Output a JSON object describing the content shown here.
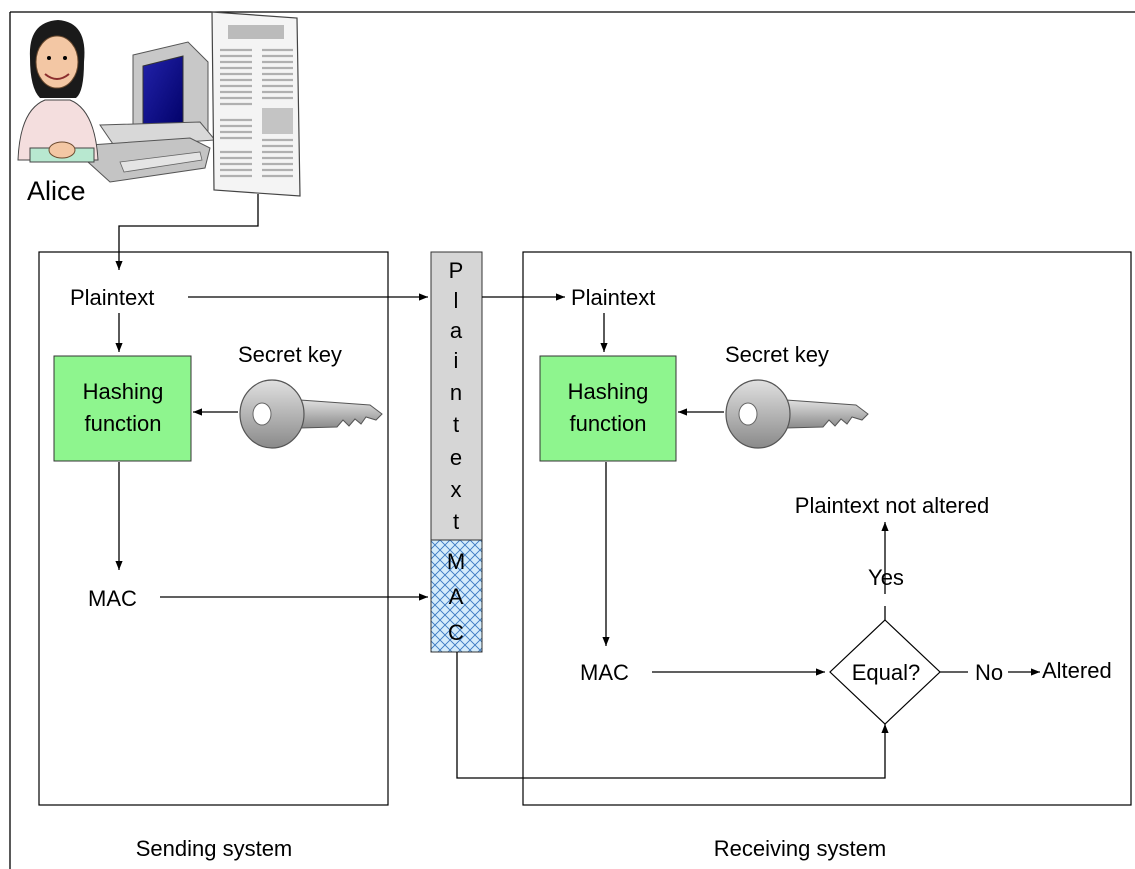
{
  "sender": {
    "name": "Alice",
    "system_caption": "Sending system",
    "plaintext": "Plaintext",
    "secret_key": "Secret key",
    "hash_line1": "Hashing",
    "hash_line2": "function",
    "mac": "MAC"
  },
  "message": {
    "plaintext_letters": [
      "P",
      "l",
      "a",
      "i",
      "n",
      "t",
      "e",
      "x",
      "t"
    ],
    "mac_letters": [
      "M",
      "A",
      "C"
    ]
  },
  "receiver": {
    "system_caption": "Receiving system",
    "plaintext": "Plaintext",
    "secret_key": "Secret key",
    "hash_line1": "Hashing",
    "hash_line2": "function",
    "mac": "MAC",
    "decision": "Equal?",
    "yes": "Yes",
    "no": "No",
    "result_ok": "Plaintext not altered",
    "result_bad": "Altered"
  },
  "colors": {
    "hash_box": "#8ef58e",
    "message_plaintext": "#d6d6d6",
    "message_mac": "#cfe8f9",
    "mac_hatch": "#3a78c0",
    "key_metal": "#a8a8a8"
  }
}
